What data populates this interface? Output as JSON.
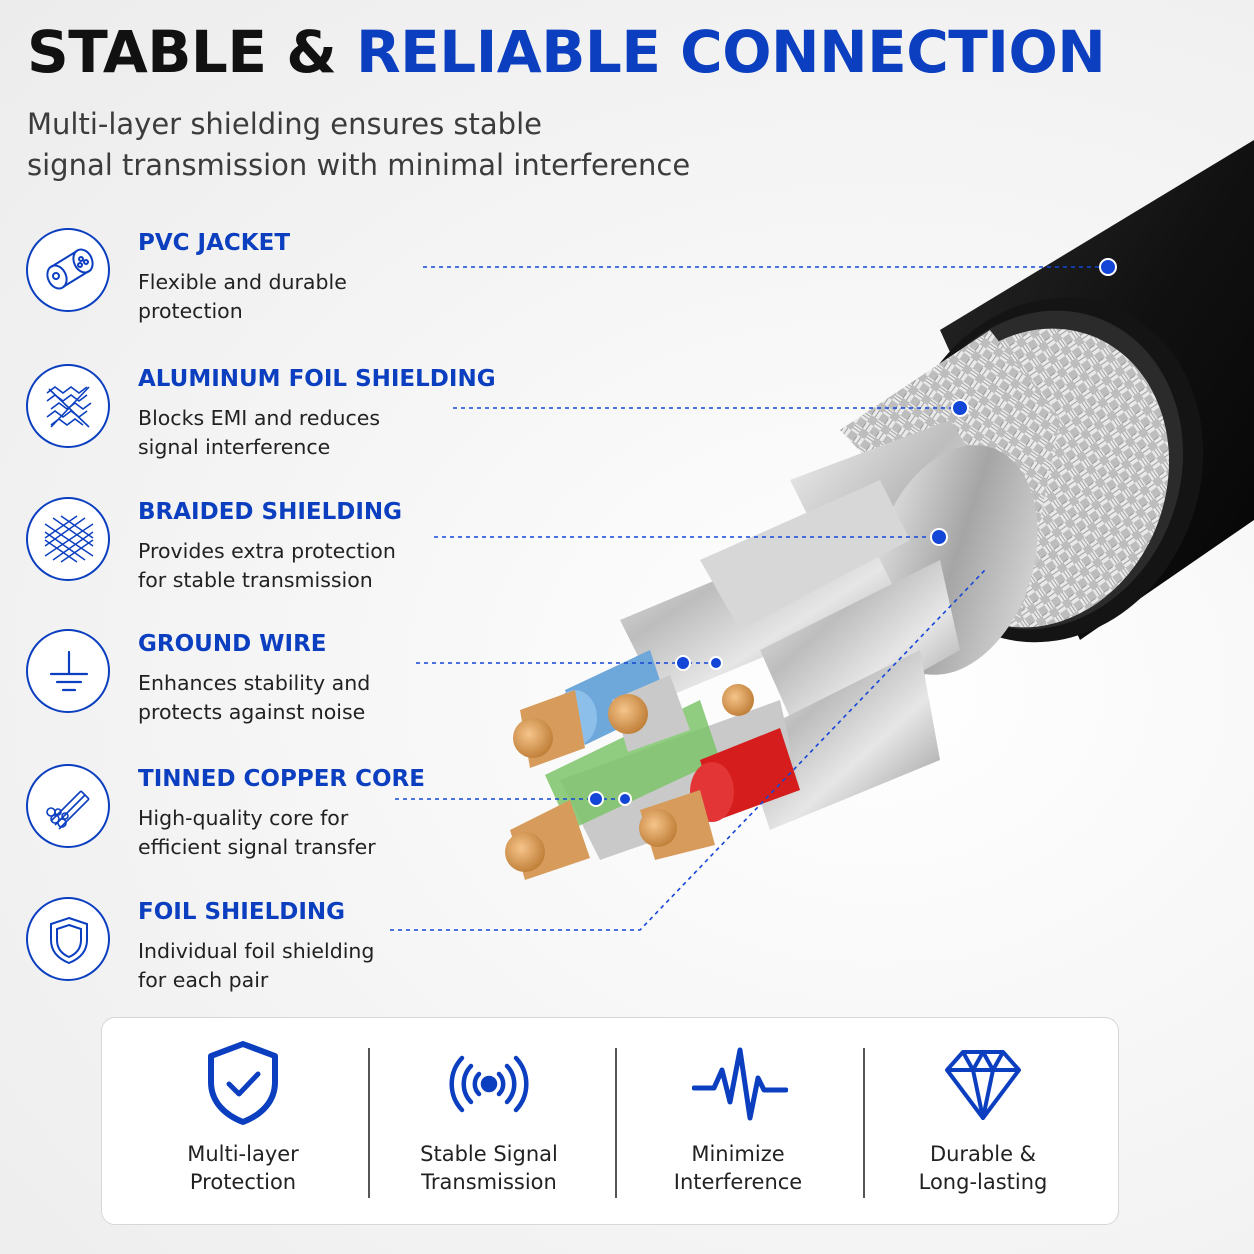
{
  "headline": {
    "part1": "STABLE &",
    "part2": "RELIABLE CONNECTION"
  },
  "subtitle": {
    "line1": "Multi-layer shielding ensures stable",
    "line2": "signal transmission with minimal interference"
  },
  "colors": {
    "accent": "#0b3fc0",
    "text": "#222222",
    "jacket": "#141414",
    "dot": "#1346d6"
  },
  "features": [
    {
      "icon": "pvc-jacket-icon",
      "title": "PVC JACKET",
      "desc1": "Flexible and durable",
      "desc2": "protection"
    },
    {
      "icon": "aluminum-foil-icon",
      "title": "ALUMINUM FOIL SHIELDING",
      "desc1": "Blocks EMI and reduces",
      "desc2": "signal interference"
    },
    {
      "icon": "braided-shield-icon",
      "title": "BRAIDED SHIELDING",
      "desc1": "Provides extra protection",
      "desc2": "for stable transmission"
    },
    {
      "icon": "ground-icon",
      "title": "GROUND WIRE",
      "desc1": "Enhances stability and",
      "desc2": "protects against noise"
    },
    {
      "icon": "copper-core-icon",
      "title": "TINNED COPPER CORE",
      "desc1": "High-quality core for",
      "desc2": "efficient signal transfer"
    },
    {
      "icon": "shield-icon",
      "title": "FOIL SHIELDING",
      "desc1": "Individual foil shielding",
      "desc2": "for each pair"
    }
  ],
  "badges": [
    {
      "icon": "shield-check-icon",
      "line1": "Multi-layer",
      "line2": "Protection"
    },
    {
      "icon": "signal-icon",
      "line1": "Stable Signal",
      "line2": "Transmission"
    },
    {
      "icon": "pulse-icon",
      "line1": "Minimize",
      "line2": "Interference"
    },
    {
      "icon": "diamond-icon",
      "line1": "Durable &",
      "line2": "Long-lasting"
    }
  ]
}
